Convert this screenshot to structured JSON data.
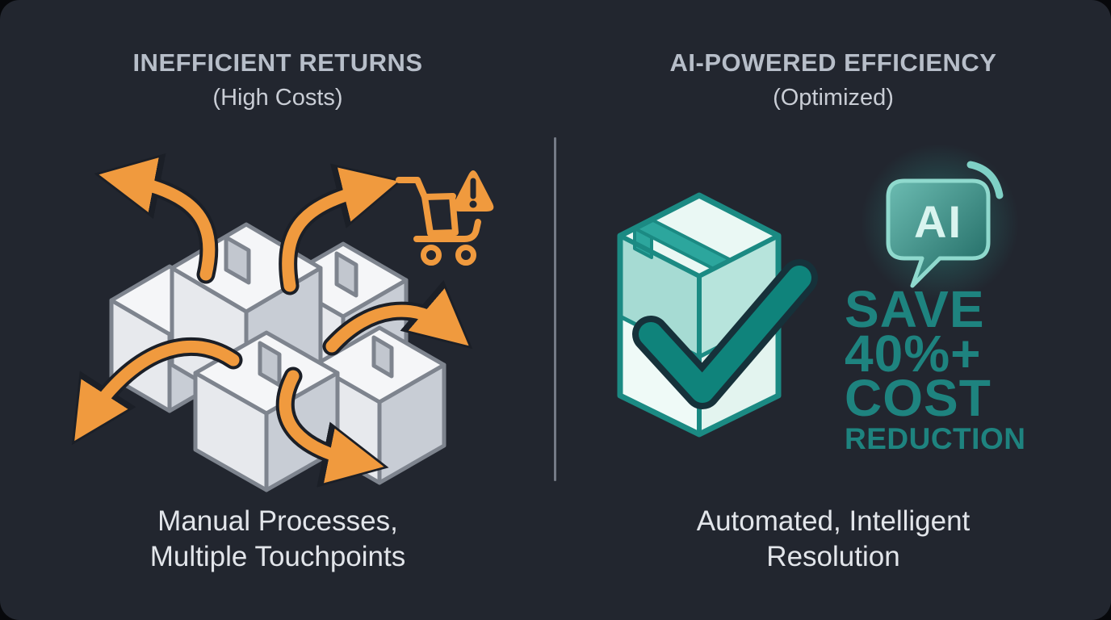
{
  "theme": {
    "background": "#07080b",
    "card_bg": "#22262f",
    "title_color": "#b7bec9",
    "subtitle_color": "#c9cdd5",
    "caption_color": "#e2e5ea",
    "divider_color": "#7a808b",
    "warning_orange": "#F09A3E",
    "success_teal": "#1E837F",
    "teal_outline": "#1b8a83",
    "box_outline": "#7e848e",
    "arrow_outline": "#1b1f27",
    "ai_text": "#d9f4ef"
  },
  "left_panel": {
    "title": "INEFFICIENT RETURNS",
    "subtitle": "(High Costs)",
    "caption_line1": "Manual Processes,",
    "caption_line2": "Multiple Touchpoints",
    "icons": [
      "boxes-cluster-icon",
      "outbound-arrows-icon",
      "cart-warning-icon"
    ]
  },
  "right_panel": {
    "title": "AI-POWERED EFFICIENCY",
    "subtitle": "(Optimized)",
    "badge_label": "AI",
    "savings_line1": "SAVE",
    "savings_line2": "40%+",
    "savings_line3": "COST",
    "savings_line4": "REDUCTION",
    "caption_line1": "Automated, Intelligent",
    "caption_line2": "Resolution",
    "icons": [
      "package-check-icon",
      "ai-chat-bubble-icon"
    ]
  }
}
